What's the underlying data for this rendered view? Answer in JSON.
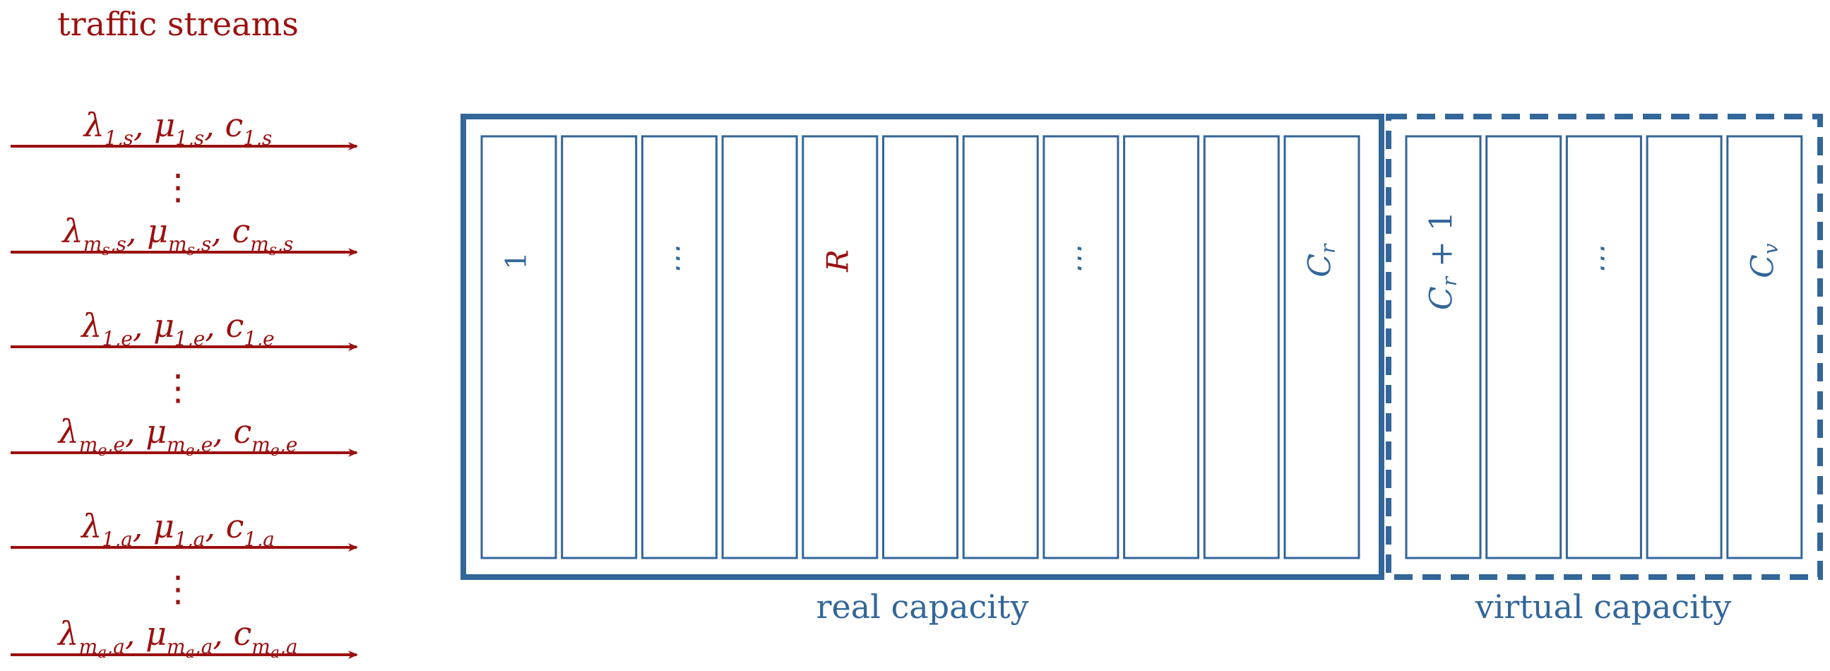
{
  "colors": {
    "stream": "#9b1010",
    "capacity": "#336699",
    "background": "#ffffff"
  },
  "title": "traffic streams",
  "streams": [
    {
      "lambda_sub": "1,s",
      "mu_sub": "1,s",
      "c_sub": "1,s"
    },
    {
      "lambda_sub": "m",
      "lambda_subsub": "s",
      "lambda_tail": ",s",
      "mu_sub": "m",
      "mu_subsub": "s",
      "mu_tail": ",s",
      "c_sub": "m",
      "c_subsub": "s",
      "c_tail": ",s"
    },
    {
      "lambda_sub": "1,e",
      "mu_sub": "1,e",
      "c_sub": "1,e"
    },
    {
      "lambda_sub": "m",
      "lambda_subsub": "e",
      "lambda_tail": ",e",
      "mu_sub": "m",
      "mu_subsub": "e",
      "mu_tail": ",e",
      "c_sub": "m",
      "c_subsub": "e",
      "c_tail": ",e"
    },
    {
      "lambda_sub": "1,a",
      "mu_sub": "1,a",
      "c_sub": "1,a"
    },
    {
      "lambda_sub": "m",
      "lambda_subsub": "a",
      "lambda_tail": ",a",
      "mu_sub": "m",
      "mu_subsub": "a",
      "mu_tail": ",a",
      "c_sub": "m",
      "c_subsub": "a",
      "c_tail": ",a"
    }
  ],
  "symbols": {
    "lambda": "λ",
    "mu": "μ",
    "c": "c",
    "sep": ","
  },
  "real_capacity": {
    "label": "real capacity",
    "cells": [
      "1",
      "",
      "⋯",
      "",
      "R",
      "",
      "",
      "⋯",
      "",
      "",
      "Cr"
    ]
  },
  "virtual_capacity": {
    "label": "virtual capacity",
    "cells": [
      "Cr+1",
      "",
      "⋯",
      "",
      "Cv"
    ]
  },
  "cell_labels": {
    "one": "1",
    "dots": "⋯",
    "R": "R",
    "C": "C",
    "r": "r",
    "v": "v",
    "plus_one": "+ 1"
  },
  "vdots": "⋮"
}
